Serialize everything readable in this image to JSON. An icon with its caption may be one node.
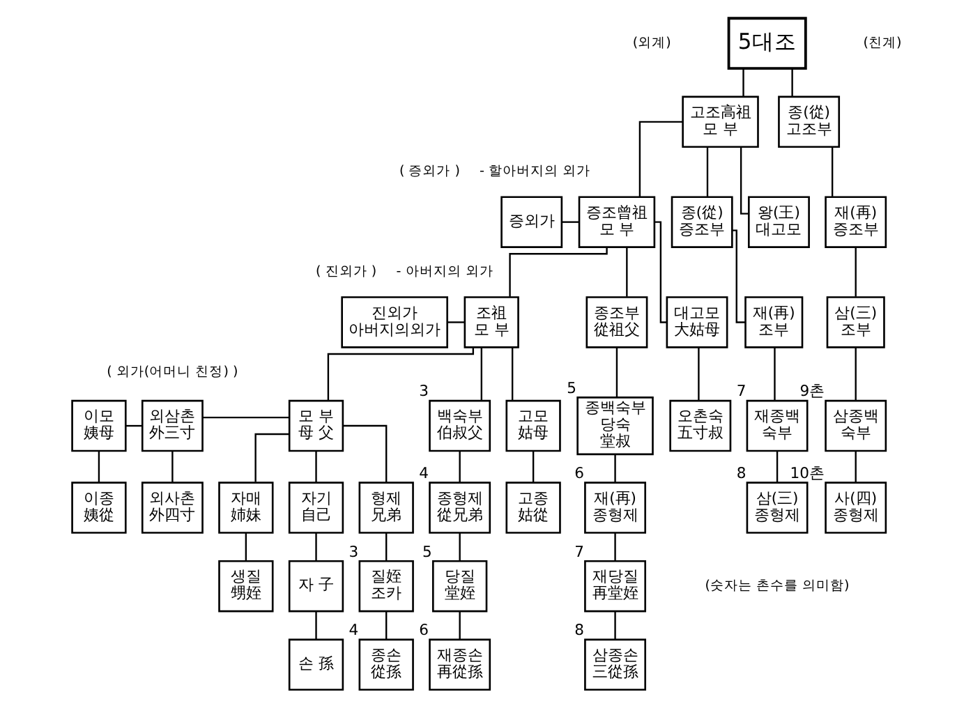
{
  "diagram": {
    "nodes": [
      {
        "text": [
          "5대조"
        ]
      },
      {
        "text": [
          "고조高祖",
          "모 부"
        ]
      },
      {
        "text": [
          "종(從)",
          "고조부"
        ]
      },
      {
        "text": [
          "증외가"
        ]
      },
      {
        "text": [
          "증조曾祖",
          "모 부"
        ]
      },
      {
        "text": [
          "종(從)",
          "증조부"
        ]
      },
      {
        "text": [
          "왕(王)",
          "대고모"
        ]
      },
      {
        "text": [
          "재(再)",
          "증조부"
        ]
      },
      {
        "text": [
          "진외가",
          "아버지의외가"
        ]
      },
      {
        "text": [
          "조祖",
          "모 부"
        ]
      },
      {
        "text": [
          "종조부",
          "從祖父"
        ]
      },
      {
        "text": [
          "대고모",
          "大姑母"
        ]
      },
      {
        "text": [
          "재(再)",
          "조부"
        ]
      },
      {
        "text": [
          "삼(三)",
          "조부"
        ]
      },
      {
        "text": [
          "이모",
          "姨母"
        ]
      },
      {
        "text": [
          "외삼촌",
          "外三寸"
        ]
      },
      {
        "text": [
          "모 부",
          "母 父"
        ]
      },
      {
        "text": [
          "백숙부",
          "伯叔父"
        ],
        "beside": [
          "3"
        ]
      },
      {
        "text": [
          "고모",
          "姑母"
        ]
      },
      {
        "text": [
          "종백숙부",
          "당숙",
          "堂叔"
        ],
        "beside": [
          "5"
        ]
      },
      {
        "text": [
          "오촌숙",
          "五寸叔"
        ]
      },
      {
        "text": [
          "재종백",
          "숙부"
        ],
        "beside": [
          "7"
        ]
      },
      {
        "text": [
          "삼종백",
          "숙부"
        ],
        "beside": [
          "9촌"
        ]
      },
      {
        "text": [
          "이종",
          "姨從"
        ]
      },
      {
        "text": [
          "외사촌",
          "外四寸"
        ]
      },
      {
        "text": [
          "자매",
          "姉妹"
        ]
      },
      {
        "text": [
          "자기",
          "自己"
        ]
      },
      {
        "text": [
          "형제",
          "兄弟"
        ]
      },
      {
        "text": [
          "종형제",
          "從兄弟"
        ],
        "beside": [
          "4"
        ]
      },
      {
        "text": [
          "고종",
          "姑從"
        ]
      },
      {
        "text": [
          "재(再)",
          "종형제"
        ],
        "beside": [
          "6"
        ]
      },
      {
        "text": [
          "삼(三)",
          "종형제"
        ],
        "beside": [
          "8"
        ]
      },
      {
        "text": [
          "사(四)",
          "종형제"
        ],
        "beside": [
          "10촌"
        ]
      },
      {
        "text": [
          "생질",
          "甥姪"
        ]
      },
      {
        "text": [
          "자 子"
        ]
      },
      {
        "text": [
          "질姪",
          "조카"
        ],
        "beside": [
          "3"
        ]
      },
      {
        "text": [
          "당질",
          "堂姪"
        ],
        "beside": [
          "5"
        ]
      },
      {
        "text": [
          "재당질",
          "再堂姪"
        ],
        "beside": [
          "7"
        ]
      },
      {
        "text": [
          "손 孫"
        ]
      },
      {
        "text": [
          "종손",
          "從孫"
        ],
        "beside": [
          "4"
        ]
      },
      {
        "text": [
          "재종손",
          "再從孫"
        ],
        "beside": [
          "6"
        ]
      },
      {
        "text": [
          "삼종손",
          "三從孫"
        ],
        "beside": [
          "8"
        ]
      }
    ],
    "edges": [
      {
        "from": 0,
        "to": 1,
        "arrow": "none"
      },
      {
        "from": 0,
        "to": 2,
        "arrow": "none"
      },
      {
        "from": 3,
        "to": 4,
        "arrow": "none"
      },
      {
        "from": 1,
        "to": 4,
        "arrow": "none"
      },
      {
        "from": 1,
        "to": 5,
        "arrow": "none"
      },
      {
        "from": 1,
        "to": 6,
        "arrow": "none"
      },
      {
        "from": 2,
        "to": 7,
        "arrow": "none"
      },
      {
        "from": 8,
        "to": 9,
        "arrow": "none"
      },
      {
        "from": 4,
        "to": 9,
        "arrow": "none"
      },
      {
        "from": 4,
        "to": 10,
        "arrow": "none"
      },
      {
        "from": 4,
        "to": 11,
        "arrow": "none"
      },
      {
        "from": 5,
        "to": 12,
        "arrow": "none"
      },
      {
        "from": 7,
        "to": 13,
        "arrow": "none"
      },
      {
        "from": 14,
        "to": 15,
        "arrow": "none"
      },
      {
        "from": 15,
        "to": 16,
        "arrow": "none"
      },
      {
        "from": 9,
        "to": 16,
        "arrow": "none"
      },
      {
        "from": 9,
        "to": 17,
        "arrow": "none"
      },
      {
        "from": 9,
        "to": 18,
        "arrow": "none"
      },
      {
        "from": 10,
        "to": 19,
        "arrow": "none"
      },
      {
        "from": 11,
        "to": 20,
        "arrow": "none"
      },
      {
        "from": 12,
        "to": 21,
        "arrow": "none"
      },
      {
        "from": 13,
        "to": 22,
        "arrow": "none"
      },
      {
        "from": 14,
        "to": 23,
        "arrow": "none"
      },
      {
        "from": 15,
        "to": 24,
        "arrow": "none"
      },
      {
        "from": 16,
        "to": 25,
        "arrow": "none"
      },
      {
        "from": 16,
        "to": 26,
        "arrow": "none"
      },
      {
        "from": 16,
        "to": 27,
        "arrow": "none"
      },
      {
        "from": 17,
        "to": 28,
        "arrow": "none"
      },
      {
        "from": 18,
        "to": 29,
        "arrow": "none"
      },
      {
        "from": 19,
        "to": 30,
        "arrow": "none"
      },
      {
        "from": 21,
        "to": 31,
        "arrow": "none"
      },
      {
        "from": 22,
        "to": 32,
        "arrow": "none"
      },
      {
        "from": 25,
        "to": 33,
        "arrow": "none"
      },
      {
        "from": 26,
        "to": 34,
        "arrow": "none"
      },
      {
        "from": 27,
        "to": 35,
        "arrow": "none"
      },
      {
        "from": 28,
        "to": 36,
        "arrow": "none"
      },
      {
        "from": 30,
        "to": 37,
        "arrow": "none"
      },
      {
        "from": 34,
        "to": 38,
        "arrow": "none"
      },
      {
        "from": 35,
        "to": 39,
        "arrow": "none"
      },
      {
        "from": 36,
        "to": 40,
        "arrow": "none"
      },
      {
        "from": 37,
        "to": 41,
        "arrow": "none"
      }
    ],
    "labels": [
      "(외계)",
      "(친계)",
      "( 증외가 )",
      "- 할아버지의 외가",
      "( 진외가 )",
      "- 아버지의 외가",
      "( 외가(어머니 친정) )",
      "(숫자는 촌수를 의미함)"
    ]
  }
}
